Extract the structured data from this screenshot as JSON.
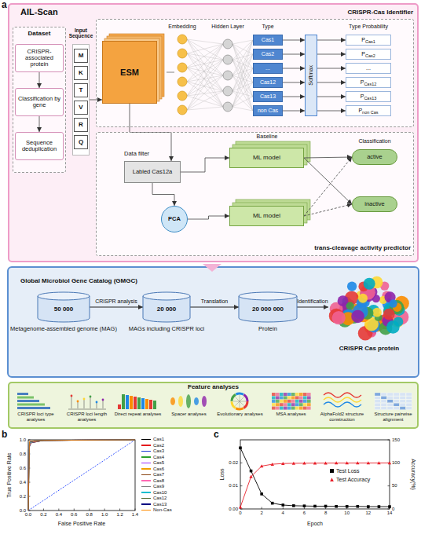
{
  "diagram": {
    "nodes": [
      {
        "text": [
          "AIL-Scan"
        ]
      },
      {
        "text": [
          "Dataset"
        ],
        "in": 0
      },
      {
        "text": [
          "CRISPR-associated protein"
        ],
        "in": 1
      },
      {
        "text": [
          "Classification by gene"
        ],
        "in": 1
      },
      {
        "text": [
          "Sequence deduplication"
        ],
        "in": 1
      },
      {
        "text": [
          "Input Sequence"
        ],
        "in": 0
      },
      {
        "text": [
          "M"
        ],
        "in": 5
      },
      {
        "text": [
          "K"
        ],
        "in": 5
      },
      {
        "text": [
          "T"
        ],
        "in": 5
      },
      {
        "text": [
          "V"
        ],
        "in": 5
      },
      {
        "text": [
          "R"
        ],
        "in": 5
      },
      {
        "text": [
          "Q"
        ],
        "in": 5
      },
      {
        "text": [
          "CRISPR-Cas Identifier"
        ],
        "in": 0
      },
      {
        "text": [
          "ESM"
        ],
        "in": 12
      },
      {
        "text": [
          "Cas1"
        ],
        "in": 12
      },
      {
        "text": [
          "Cas2"
        ],
        "in": 12
      },
      {
        "text": [
          "..."
        ],
        "in": 12
      },
      {
        "text": [
          "Cas12"
        ],
        "in": 12
      },
      {
        "text": [
          "Cas13"
        ],
        "in": 12
      },
      {
        "text": [
          "non Cas"
        ],
        "in": 12
      },
      {
        "text": [
          "Softmax"
        ],
        "in": 12
      },
      {
        "text": [
          "P",
          "Cas1"
        ],
        "in": 12
      },
      {
        "text": [
          "P",
          "Cas2"
        ],
        "in": 12
      },
      {
        "text": [
          "..."
        ],
        "in": 12
      },
      {
        "text": [
          "P",
          "Cas12"
        ],
        "in": 12
      },
      {
        "text": [
          "P",
          "Cas13"
        ],
        "in": 12
      },
      {
        "text": [
          "P",
          "non Cas"
        ],
        "in": 12
      },
      {
        "text": [
          "trans-cleavage activity predictor"
        ],
        "in": 0
      },
      {
        "text": [
          "Data filter",
          "Labled Cas12a"
        ],
        "in": 27
      },
      {
        "text": [
          "PCA"
        ],
        "in": 27
      },
      {
        "text": [
          "ML model"
        ],
        "in": 27
      },
      {
        "text": [
          "ML model"
        ],
        "in": 27
      },
      {
        "text": [
          "active"
        ],
        "in": 27
      },
      {
        "text": [
          "inactive"
        ],
        "in": 27
      },
      {
        "text": [
          "Global Microbiol Gene Catalog (GMGC)",
          "50 000",
          "Metagenome-assembled genome (MAG)"
        ]
      },
      {
        "text": [
          "20 000",
          "MAGs including CRISPR loci"
        ]
      },
      {
        "text": [
          "20 000 000",
          "Protein"
        ]
      },
      {
        "text": [
          "CRISPR Cas protein"
        ]
      },
      {
        "text": [
          "Feature analyses"
        ]
      },
      {
        "text": [
          "CRISPR loci type analyses"
        ],
        "in": 38
      },
      {
        "text": [
          "CRISPR loci length analyses"
        ],
        "in": 38
      },
      {
        "text": [
          "Direct repeat analyses"
        ],
        "in": 38
      },
      {
        "text": [
          "Spacer analyses"
        ],
        "in": 38
      },
      {
        "text": [
          "Evolutionary analyses"
        ],
        "in": 38
      },
      {
        "text": [
          "MSA analyses"
        ],
        "in": 38
      },
      {
        "text": [
          "AlphaFold2 structure construction"
        ],
        "in": 38
      },
      {
        "text": [
          "Structure pairwise alignment"
        ],
        "in": 38
      }
    ],
    "edges": [
      {
        "from": 2,
        "to": 3,
        "arrow": "to"
      },
      {
        "from": 3,
        "to": 4,
        "arrow": "to"
      },
      {
        "from": 5,
        "to": 13,
        "arrow": "to"
      },
      {
        "from": 13,
        "to": 28,
        "arrow": "to"
      },
      {
        "from": 28,
        "to": 30,
        "arrow": "to"
      },
      {
        "from": 28,
        "to": 29,
        "arrow": "to"
      },
      {
        "from": 29,
        "to": 31,
        "arrow": "to"
      },
      {
        "from": 30,
        "to": 32,
        "arrow": "to"
      },
      {
        "from": 30,
        "to": 33,
        "arrow": "to"
      },
      {
        "from": 31,
        "to": 32,
        "arrow": "to"
      },
      {
        "from": 31,
        "to": 33,
        "arrow": "to"
      },
      {
        "from": 14,
        "to": 20,
        "arrow": "to"
      },
      {
        "from": 15,
        "to": 20,
        "arrow": "to"
      },
      {
        "from": 16,
        "to": 20,
        "arrow": "to"
      },
      {
        "from": 17,
        "to": 20,
        "arrow": "to"
      },
      {
        "from": 18,
        "to": 20,
        "arrow": "to"
      },
      {
        "from": 19,
        "to": 20,
        "arrow": "to"
      },
      {
        "from": 20,
        "to": 21,
        "arrow": "to"
      },
      {
        "from": 20,
        "to": 22,
        "arrow": "to"
      },
      {
        "from": 20,
        "to": 23,
        "arrow": "to"
      },
      {
        "from": 20,
        "to": 24,
        "arrow": "to"
      },
      {
        "from": 20,
        "to": 25,
        "arrow": "to"
      },
      {
        "from": 20,
        "to": 26,
        "arrow": "to"
      },
      {
        "from": 34,
        "to": 35,
        "label": "CRISPR analysis",
        "arrow": "to"
      },
      {
        "from": 35,
        "to": 36,
        "label": "Translation",
        "arrow": "to"
      },
      {
        "from": 36,
        "to": 37,
        "label": "Identification",
        "arrow": "to"
      }
    ],
    "labels": [
      "a",
      "Embedding",
      "Hidden Layer",
      "Type",
      "Type Probability",
      "Baseline",
      "Classification",
      "b",
      "True Positive Rate",
      "False Positive Rate",
      "0.0",
      "0.2",
      "0.4",
      "0.6",
      "0.8",
      "1.0",
      "0.0",
      "0.2",
      "0.4",
      "0.6",
      "0.8",
      "1.0",
      "1.2",
      "1.4",
      "c",
      "Loss",
      "Accuracy(%)",
      "Epoch",
      "0.00",
      "0.01",
      "0.02",
      "0",
      "50",
      "100",
      "150",
      "0",
      "2",
      "4",
      "6",
      "8",
      "10",
      "12",
      "14"
    ],
    "legend": [
      {
        "text": "Cas1",
        "color": "#000000"
      },
      {
        "text": "Cas2",
        "color": "#e41a1c"
      },
      {
        "text": "Cas3",
        "color": "#1f3fd6"
      },
      {
        "text": "Cas4",
        "color": "#2ca02c"
      },
      {
        "text": "Cas5",
        "color": "#9b30ff"
      },
      {
        "text": "Cas6",
        "color": "#f0a000"
      },
      {
        "text": "Cas7",
        "color": "#8b4513"
      },
      {
        "text": "Cas8",
        "color": "#ff69b4"
      },
      {
        "text": "Cas9",
        "color": "#808080"
      },
      {
        "text": "Cas10",
        "color": "#17becf"
      },
      {
        "text": "Cas12",
        "color": "#556b2f"
      },
      {
        "text": "Cas13",
        "color": "#000080"
      },
      {
        "text": "Non-Cas",
        "color": "#ff8c00"
      },
      {
        "text": "Test Loss",
        "color": "#000000"
      },
      {
        "text": "Test Accuracy",
        "color": "#e8202a"
      }
    ]
  }
}
